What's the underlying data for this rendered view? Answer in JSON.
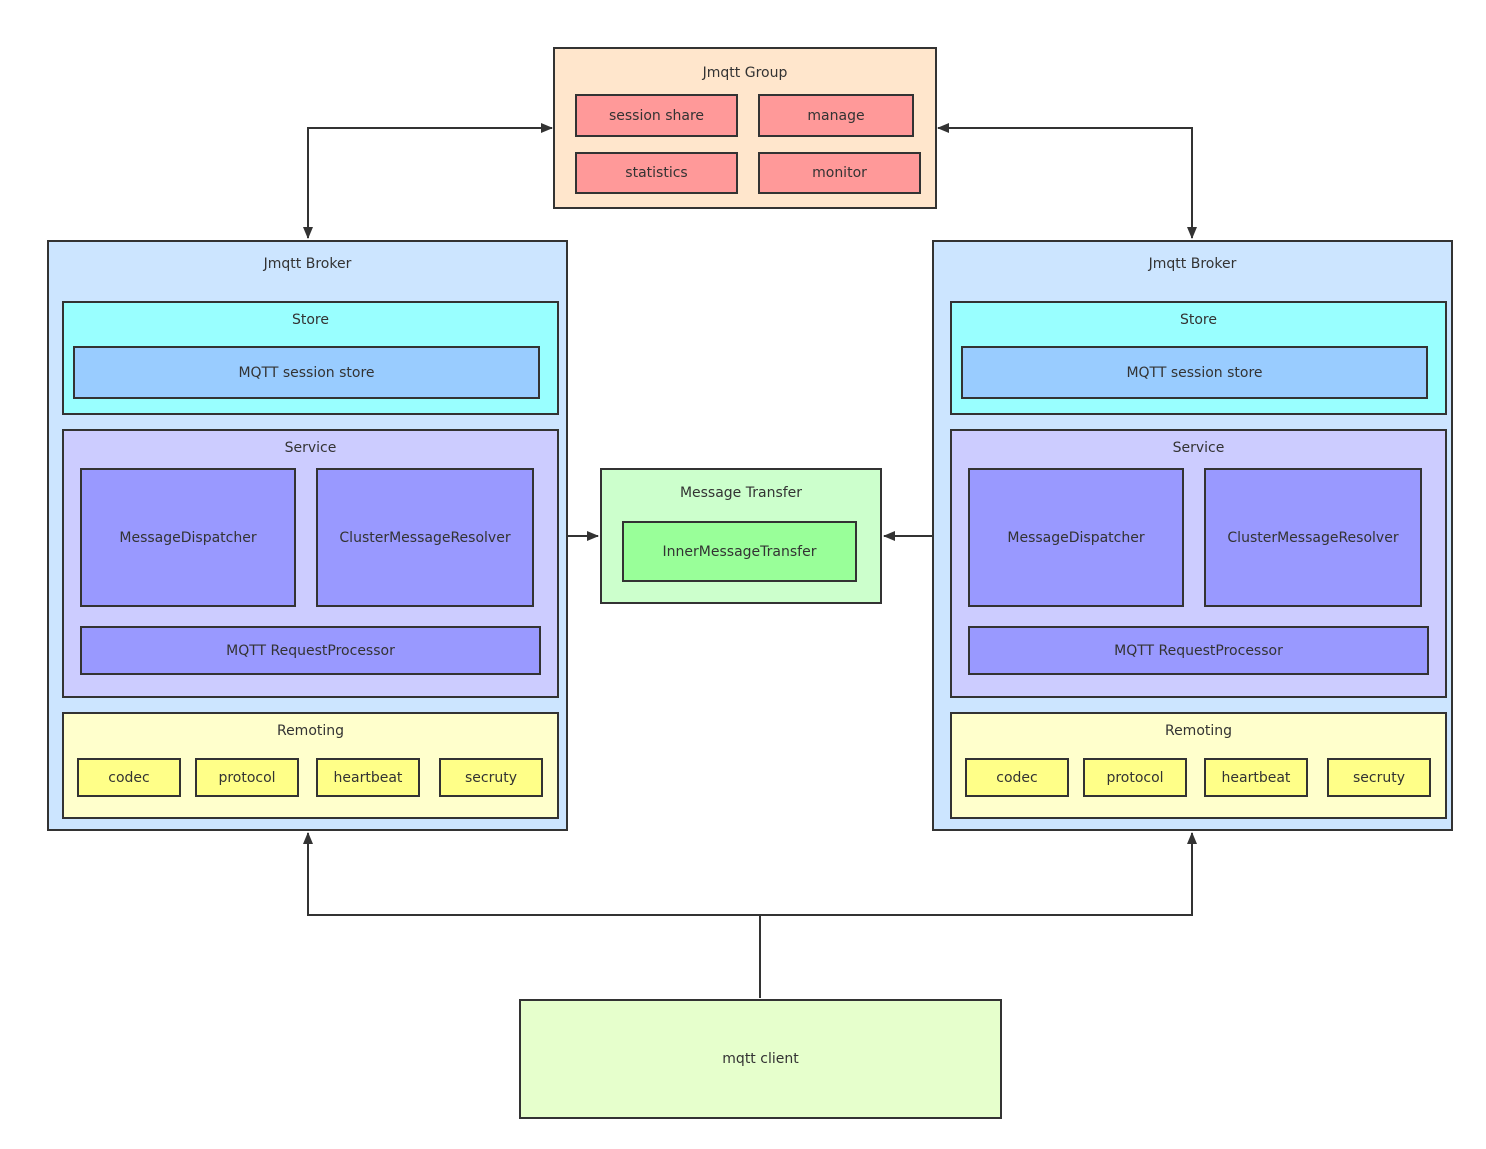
{
  "colors": {
    "group_bg": "#FFE6CC",
    "group_item": "#FF9999",
    "broker_bg": "#CCE5FF",
    "store_bg": "#99FFFF",
    "store_item": "#99CCFF",
    "service_bg": "#CCCCFF",
    "service_item": "#9999FF",
    "remoting_bg": "#FFFFCC",
    "remoting_item": "#FFFF88",
    "transfer_bg": "#CCFFCC",
    "transfer_item": "#99FF99",
    "client_bg": "#E6FFCC",
    "line": "#333333"
  },
  "group": {
    "title": "Jmqtt Group",
    "items": [
      "session share",
      "manage",
      "statistics",
      "monitor"
    ]
  },
  "brokers": [
    {
      "title": "Jmqtt Broker",
      "store": {
        "title": "Store",
        "item": "MQTT session store"
      },
      "service": {
        "title": "Service",
        "dispatcher": "MessageDispatcher",
        "resolver": "ClusterMessageResolver",
        "processor": "MQTT RequestProcessor"
      },
      "remoting": {
        "title": "Remoting",
        "items": [
          "codec",
          "protocol",
          "heartbeat",
          "secruty"
        ]
      }
    },
    {
      "title": "Jmqtt Broker",
      "store": {
        "title": "Store",
        "item": "MQTT session store"
      },
      "service": {
        "title": "Service",
        "dispatcher": "MessageDispatcher",
        "resolver": "ClusterMessageResolver",
        "processor": "MQTT RequestProcessor"
      },
      "remoting": {
        "title": "Remoting",
        "items": [
          "codec",
          "protocol",
          "heartbeat",
          "secruty"
        ]
      }
    }
  ],
  "transfer": {
    "title": "Message Transfer",
    "item": "InnerMessageTransfer"
  },
  "client": {
    "label": "mqtt client"
  }
}
